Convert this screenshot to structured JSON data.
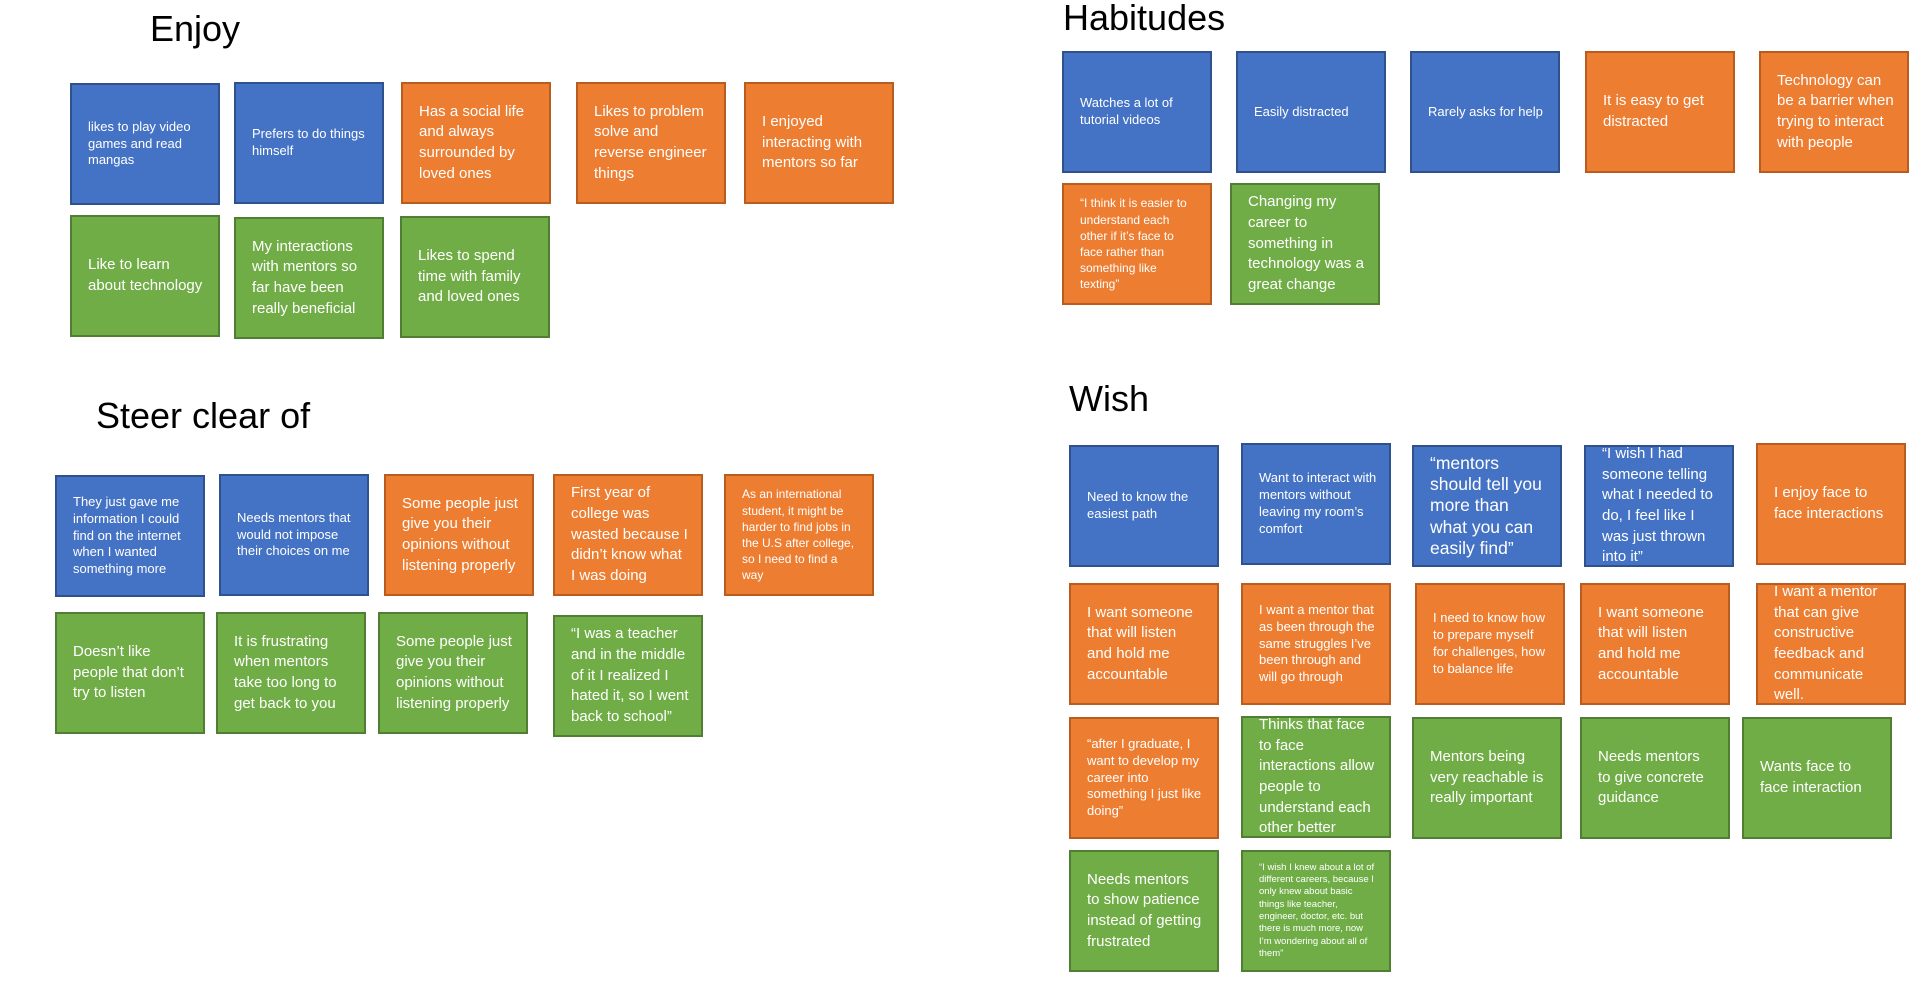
{
  "board": {
    "sections": [
      {
        "id": "enjoy",
        "title": "Enjoy",
        "notes": [
          {
            "color": "blue",
            "text": "likes to play video games and read mangas"
          },
          {
            "color": "blue",
            "text": "Prefers to do things himself"
          },
          {
            "color": "orange",
            "text": "Has a social life and always surrounded by loved ones"
          },
          {
            "color": "orange",
            "text": "Likes to problem solve and reverse engineer things"
          },
          {
            "color": "orange",
            "text": "I enjoyed interacting with mentors so far"
          },
          {
            "color": "green",
            "text": "Like to learn about technology"
          },
          {
            "color": "green",
            "text": "My interactions with mentors so far have been really beneficial"
          },
          {
            "color": "green",
            "text": "Likes to spend time with family and loved ones"
          }
        ]
      },
      {
        "id": "habitudes",
        "title": "Habitudes",
        "notes": [
          {
            "color": "blue",
            "text": "Watches a lot of tutorial videos"
          },
          {
            "color": "blue",
            "text": "Easily distracted"
          },
          {
            "color": "blue",
            "text": "Rarely asks for help"
          },
          {
            "color": "orange",
            "text": "It is easy to get distracted"
          },
          {
            "color": "orange",
            "text": "Technology can be a barrier when trying to interact with people"
          },
          {
            "color": "orange",
            "text": "“I think it is easier to understand each other if it’s face to face rather than something like texting”"
          },
          {
            "color": "green",
            "text": "Changing my career to something in technology was a great change"
          }
        ]
      },
      {
        "id": "steer-clear",
        "title": "Steer clear of",
        "notes": [
          {
            "color": "blue",
            "text": "They just gave me information I could find on the internet when I wanted something more"
          },
          {
            "color": "blue",
            "text": "Needs mentors that would not impose their choices on me"
          },
          {
            "color": "orange",
            "text": "Some people just give you their opinions without listening properly"
          },
          {
            "color": "orange",
            "text": "First year of college was wasted because I didn’t know what I was doing"
          },
          {
            "color": "orange",
            "text": "As an international student, it might be harder to find jobs in the U.S after college, so I need to find a way"
          },
          {
            "color": "green",
            "text": "Doesn’t like people that don’t try to listen"
          },
          {
            "color": "green",
            "text": "It is frustrating when mentors take too long to get back to you"
          },
          {
            "color": "green",
            "text": "Some people just give you their opinions without listening properly"
          },
          {
            "color": "green",
            "text": "“I was a teacher and in the middle of it I realized I hated it, so I went back to school”"
          }
        ]
      },
      {
        "id": "wish",
        "title": "Wish",
        "notes": [
          {
            "color": "blue",
            "text": "Need to know the easiest path"
          },
          {
            "color": "blue",
            "text": "Want to interact with mentors without leaving my room’s comfort"
          },
          {
            "color": "blue",
            "text": "“mentors should tell you more than what you can easily find”"
          },
          {
            "color": "blue",
            "text": "“I wish I had someone telling what I needed to do, I feel like I was just thrown into it”"
          },
          {
            "color": "orange",
            "text": "I enjoy face to face interactions"
          },
          {
            "color": "orange",
            "text": "I want someone that will listen and hold me accountable"
          },
          {
            "color": "orange",
            "text": "I want a mentor that as been through the same struggles I’ve been through and will go through"
          },
          {
            "color": "orange",
            "text": "I need to know how to prepare myself for challenges, how to balance life"
          },
          {
            "color": "orange",
            "text": "I want someone that will listen and hold me accountable"
          },
          {
            "color": "orange",
            "text": "I want a mentor that can give constructive feedback and communicate well."
          },
          {
            "color": "orange",
            "text": "“after I graduate, I want to develop my career into something I just like doing”"
          },
          {
            "color": "green",
            "text": "Thinks that face to face interactions allow people to understand each other better"
          },
          {
            "color": "green",
            "text": "Mentors being very reachable is really important"
          },
          {
            "color": "green",
            "text": "Needs mentors to give concrete guidance"
          },
          {
            "color": "green",
            "text": "Wants face to face interaction"
          },
          {
            "color": "green",
            "text": "Needs mentors to show patience instead of getting frustrated"
          },
          {
            "color": "green",
            "text": "“I wish I knew about a lot of different careers, because I only knew about basic things like teacher, engineer, doctor, etc. but there is much more, now I’m wondering about all of them”"
          }
        ]
      }
    ]
  }
}
